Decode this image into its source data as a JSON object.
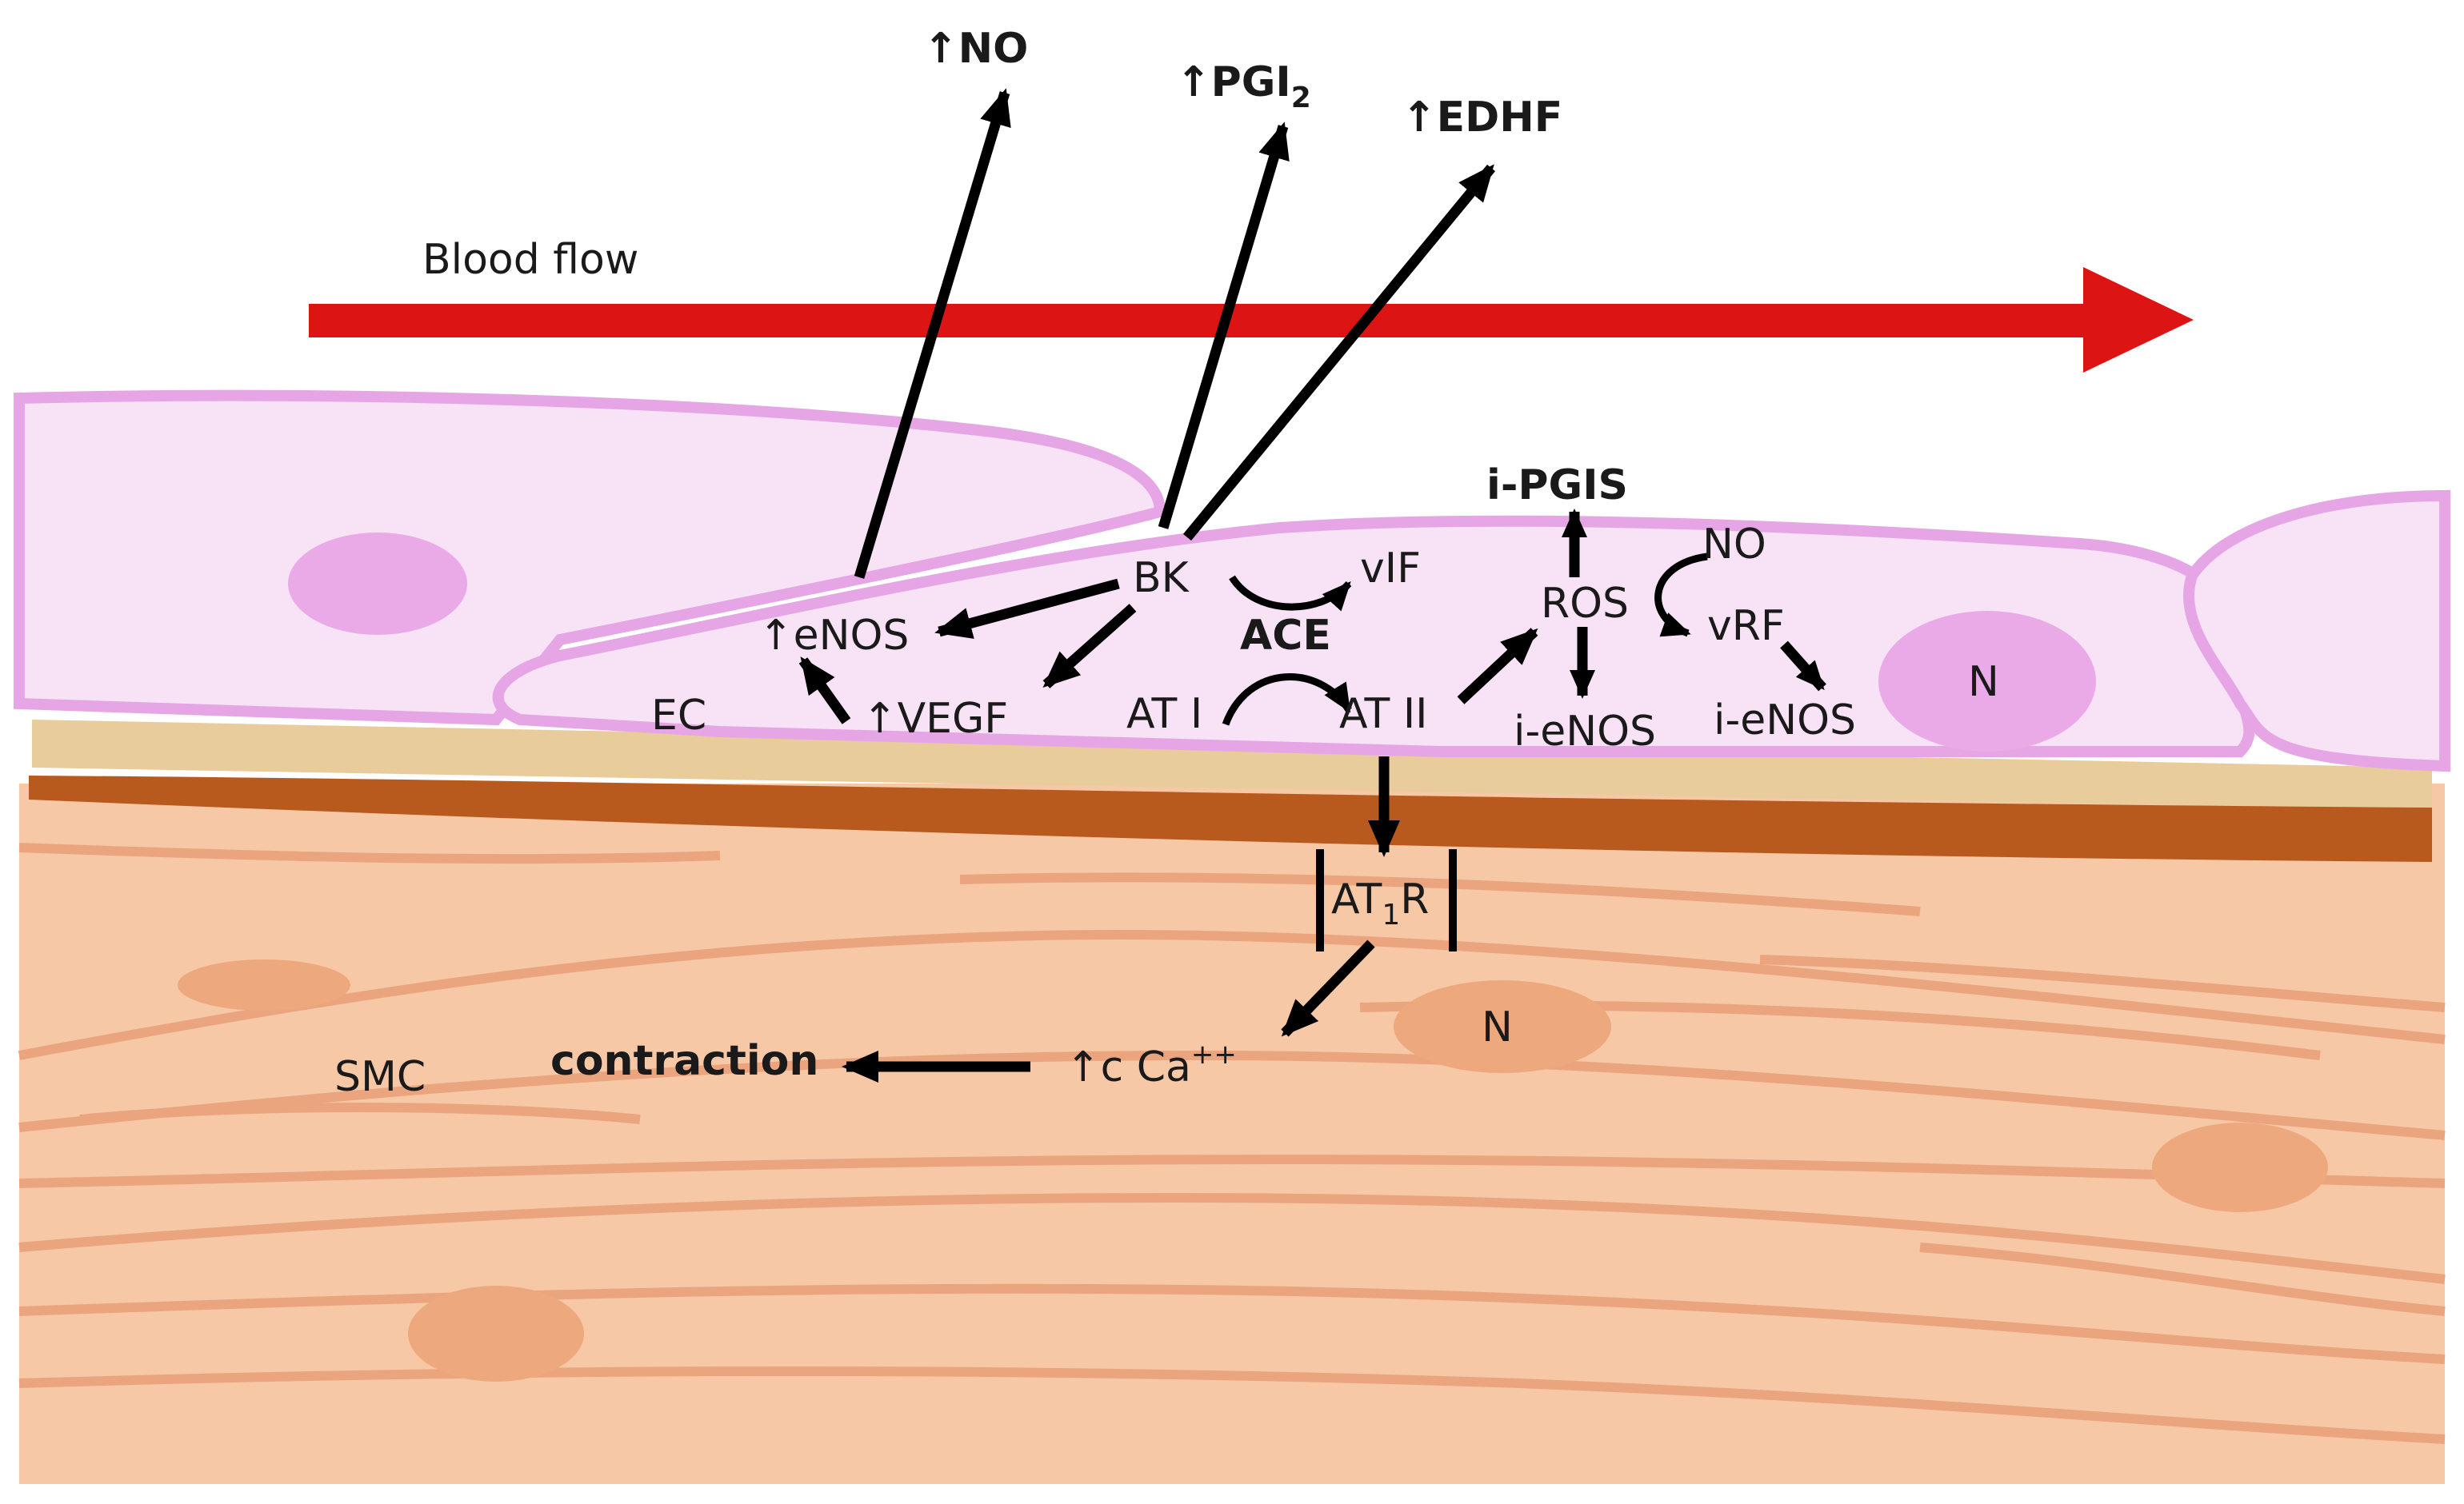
{
  "colors": {
    "blood_flow_arrow": "#dc1414",
    "endothelial_fill": "#f8e2f6",
    "endothelial_outline": "#e6a6e6",
    "endothelial_nucleus": "#eaaae8",
    "basement_membrane": "#e8cc9c",
    "elastic_lamina": "#b85a1e",
    "smooth_muscle_fill": "#f6c8a6",
    "smooth_muscle_lines": "#eba57e",
    "smooth_muscle_nucleus": "#eda87e",
    "arrow": "#000000"
  },
  "labels": {
    "blood_flow": "Blood flow",
    "no_top": "NO",
    "pgi": "PGI",
    "pgi_sub": "2",
    "edhf": "EDHF",
    "up": "↑",
    "bk": "BK",
    "vif": "vIF",
    "ace": "ACE",
    "at_one": "AT I",
    "at_two": "AT II",
    "enos": "eNOS",
    "vegf": "VEGF",
    "ec": "EC",
    "i_pgis": "i-PGIS",
    "ros": "ROS",
    "no_cell": "NO",
    "vrf": "vRF",
    "i_enos_1": "i-eNOS",
    "i_enos_2": "i-eNOS",
    "nucleus_ec": "N",
    "at1r_at": "AT",
    "at1r_sub": "1",
    "at1r_r": "R",
    "nucleus_smc": "N",
    "contraction": "contraction",
    "c_ca": "c Ca",
    "ca_sup": "++",
    "smc": "SMC"
  }
}
